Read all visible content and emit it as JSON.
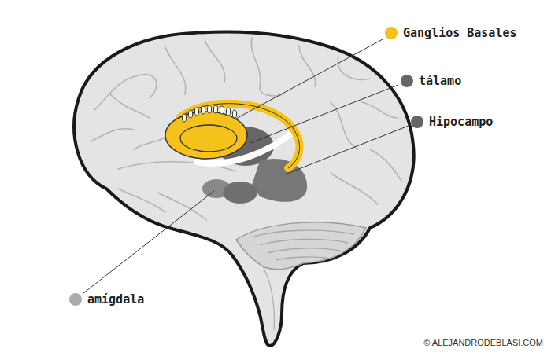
{
  "diagram": {
    "labels": [
      "Ganglios Basales",
      "tálamo",
      "Hipocampo",
      "amígdala",
      "© ALEJANDRODEBLASI.COM"
    ]
  }
}
